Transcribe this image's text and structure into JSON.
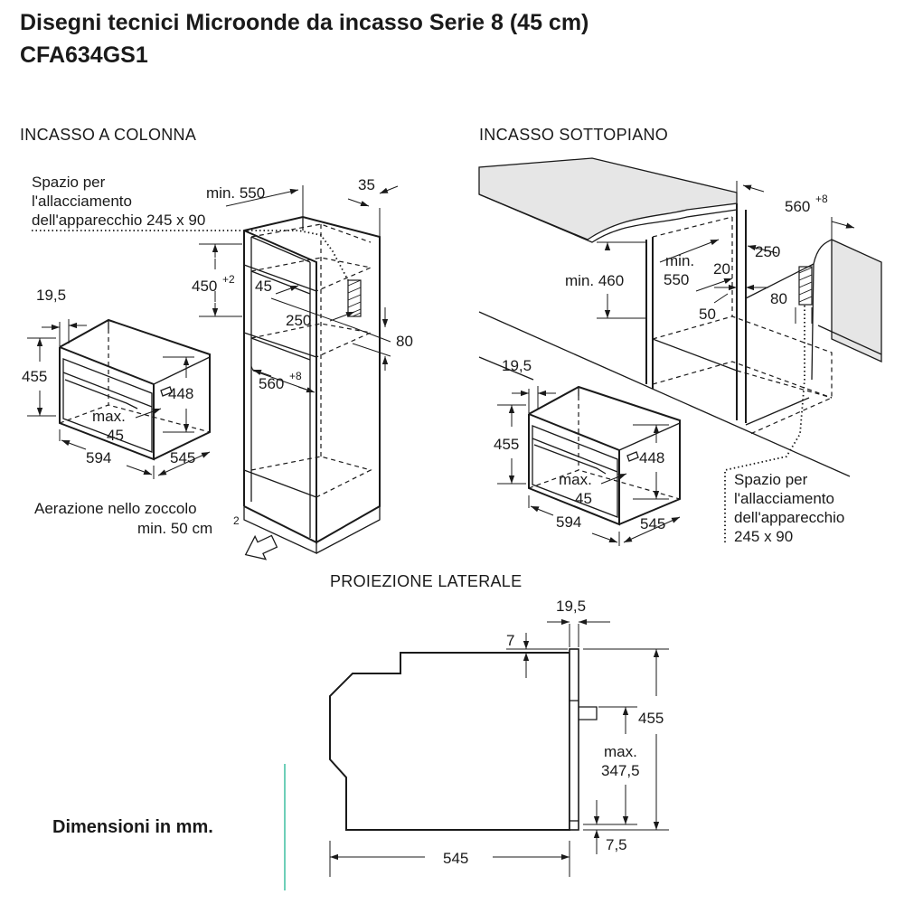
{
  "title": {
    "line1": "Disegni tecnici Microonde da incasso Serie 8 (45 cm)",
    "line2": "CFA634GS1"
  },
  "sections": {
    "column": "INCASSO A COLONNA",
    "under": "INCASSO SOTTOPIANO",
    "side": "PROIEZIONE LATERALE"
  },
  "column": {
    "space_line1": "Spazio per",
    "space_line2": "l'allacciamento",
    "space_line3": "dell'apparecchio 245 x 90",
    "min550": "min. 550",
    "d35": "35",
    "d450": "450",
    "d450_sup": "+2",
    "d45": "45",
    "d250": "250",
    "d80": "80",
    "d560": "560",
    "d560_sup": "+8",
    "aer_line1": "Aerazione nello zoccolo",
    "aer_line2": "min. 50 cm",
    "aer_sup": "2"
  },
  "unit_left": {
    "d19_5": "19,5",
    "d455": "455",
    "d448": "448",
    "max": "max.",
    "max45": "45",
    "d594": "594",
    "d545": "545"
  },
  "under": {
    "d560": "560",
    "d560_sup": "+8",
    "min460": "min. 460",
    "min": "min.",
    "min550": "550",
    "d250": "250",
    "d20": "20",
    "d80": "80",
    "d50": "50",
    "space_line1": "Spazio per",
    "space_line2": "l'allacciamento",
    "space_line3": "dell'apparecchio",
    "space_line4": "245 x 90"
  },
  "unit_right": {
    "d19_5": "19,5",
    "d455": "455",
    "d448": "448",
    "max": "max.",
    "max45": "45",
    "d594": "594",
    "d545": "545"
  },
  "side": {
    "d19_5": "19,5",
    "d7": "7",
    "d455": "455",
    "max": "max.",
    "max347": "347,5",
    "d7_5": "7,5",
    "d545": "545"
  },
  "footer": "Dimensioni in mm.",
  "colors": {
    "line": "#1a1a1a",
    "worktop": "#e6e6e6",
    "accent": "#3fbfa0"
  }
}
